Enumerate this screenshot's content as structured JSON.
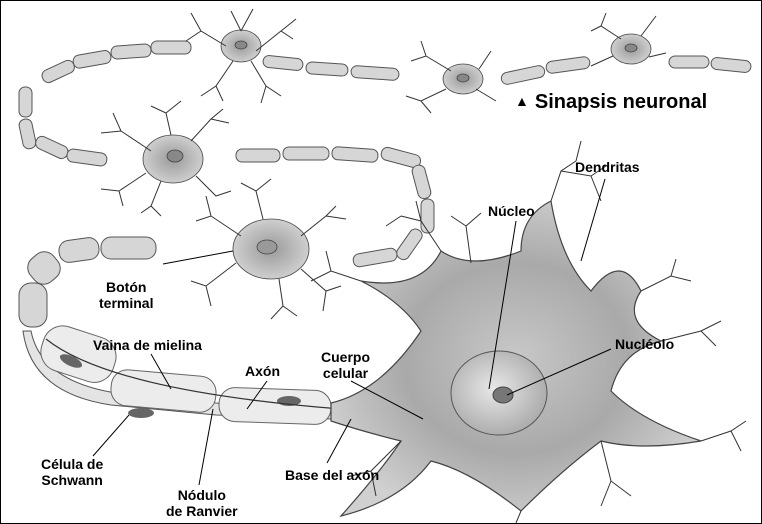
{
  "diagram": {
    "title": "Sinapsis neuronal",
    "title_marker": "▲",
    "labels": {
      "dendritas": "Dendritas",
      "nucleo": "Núcleo",
      "nucleolo": "Nucléolo",
      "cuerpo_celular_1": "Cuerpo",
      "cuerpo_celular_2": "celular",
      "axon": "Axón",
      "vaina": "Vaina de mielina",
      "boton_1": "Botón",
      "boton_2": "terminal",
      "celula_1": "Célula de",
      "celula_2": "Schwann",
      "nodulo_1": "Nódulo",
      "nodulo_2": "de Ranvier",
      "base": "Base del axón"
    }
  }
}
